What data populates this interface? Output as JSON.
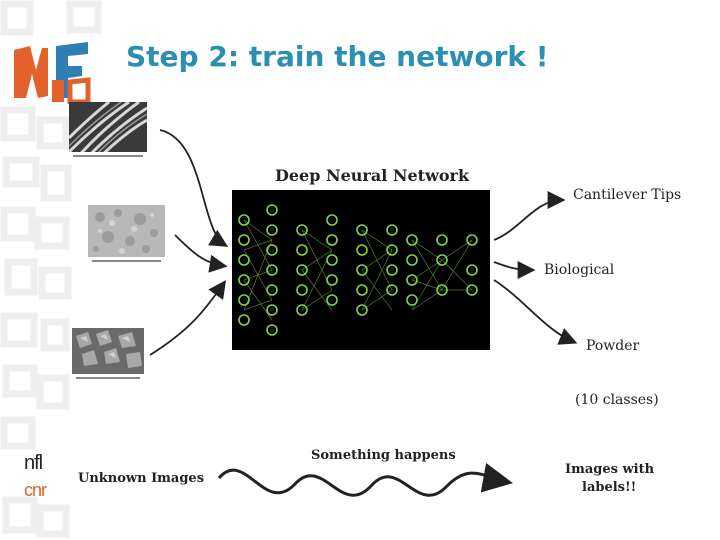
{
  "slide": {
    "title": "Step 2: train the network !",
    "network_title": "Deep Neural Network",
    "outputs": [
      "Cantilever Tips",
      "Biological",
      "Powder"
    ],
    "classes_note": "(10 classes)",
    "bottom": {
      "input_label": "Unknown Images",
      "process_label": "Something happens",
      "output_label_line1": "Images with",
      "output_label_line2": "labels!!"
    },
    "partner_logo_text_1": "nfl",
    "partner_logo_text_2": "cnr"
  },
  "colors": {
    "title": "#2a8fb0",
    "brand_orange": "#e3612b",
    "brand_blue": "#2f7fb5",
    "node_green": "#7ed348"
  },
  "icons": [
    "nffa-logo-icon",
    "sem-image-fibers",
    "sem-image-biological",
    "sem-image-powder",
    "neural-network-diagram",
    "wavy-arrow-icon"
  ]
}
